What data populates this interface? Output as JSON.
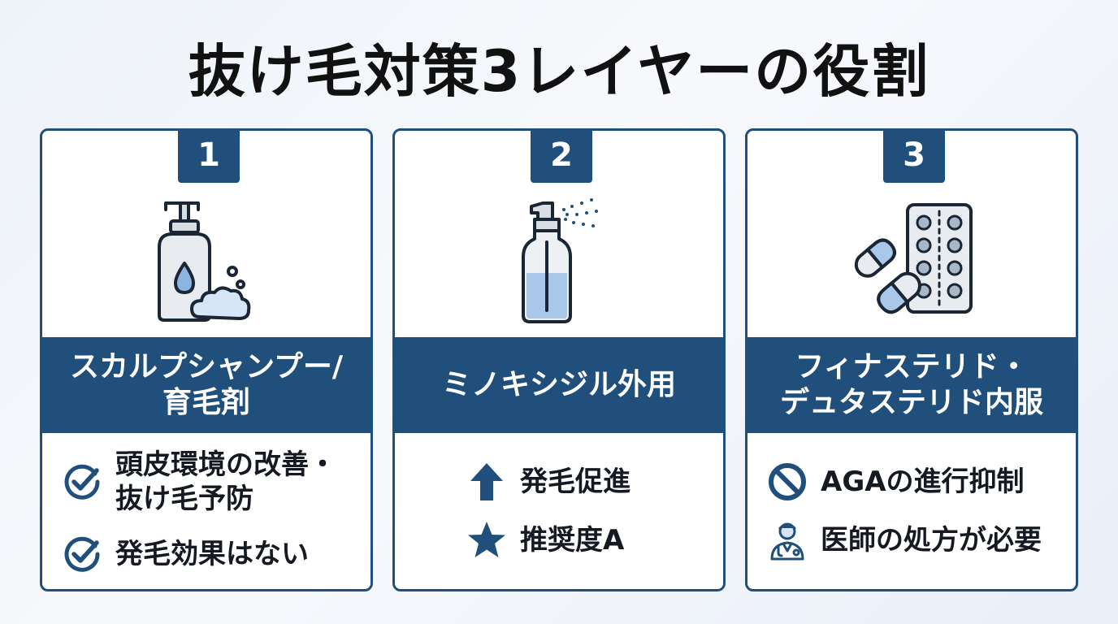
{
  "title": "抜け毛対策3レイヤーの役割",
  "colors": {
    "primary": "#1f4f7a",
    "accent_light": "#a9c7e8",
    "icon_fill": "#d9dee5"
  },
  "cards": [
    {
      "number": "1",
      "illustration": "shampoo-bottle-icon",
      "heading_lines": [
        "スカルプシャンプー/",
        "育毛剤"
      ],
      "points": [
        {
          "icon": "check-circle-icon",
          "lines": [
            "頭皮環境の改善・",
            "抜け毛予防"
          ]
        },
        {
          "icon": "check-circle-icon",
          "lines": [
            "発毛効果はない"
          ]
        }
      ]
    },
    {
      "number": "2",
      "illustration": "spray-bottle-icon",
      "heading_lines": [
        "ミノキシジル外用"
      ],
      "points": [
        {
          "icon": "arrow-up-icon",
          "lines": [
            "発毛促進"
          ]
        },
        {
          "icon": "star-icon",
          "lines": [
            "推奨度A"
          ]
        }
      ]
    },
    {
      "number": "3",
      "illustration": "pills-blister-pack-icon",
      "heading_lines": [
        "フィナステリド・",
        "デュタステリド内服"
      ],
      "points": [
        {
          "icon": "prohibited-icon",
          "lines": [
            "AGAの進行抑制"
          ]
        },
        {
          "icon": "doctor-icon",
          "lines": [
            "医師の処方が必要"
          ]
        }
      ]
    }
  ]
}
